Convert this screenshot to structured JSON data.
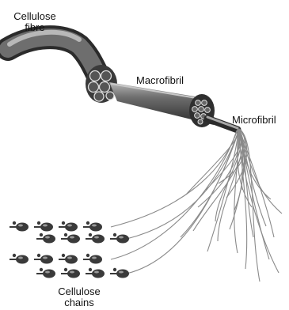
{
  "labels": {
    "cellulose_fibre": [
      "Cellulose",
      "fibre"
    ],
    "macrofibril": "Macrofibril",
    "microfibril": "Microfibril",
    "cellulose_chains": [
      "Cellulose",
      "chains"
    ]
  },
  "colors": {
    "fibre_dark": "#2b2b2b",
    "fibre_mid": "#6e6e6e",
    "fibre_light": "#b8b8b8",
    "strand": "#8a8a8a",
    "glucose_unit": "#3a3a3a"
  }
}
